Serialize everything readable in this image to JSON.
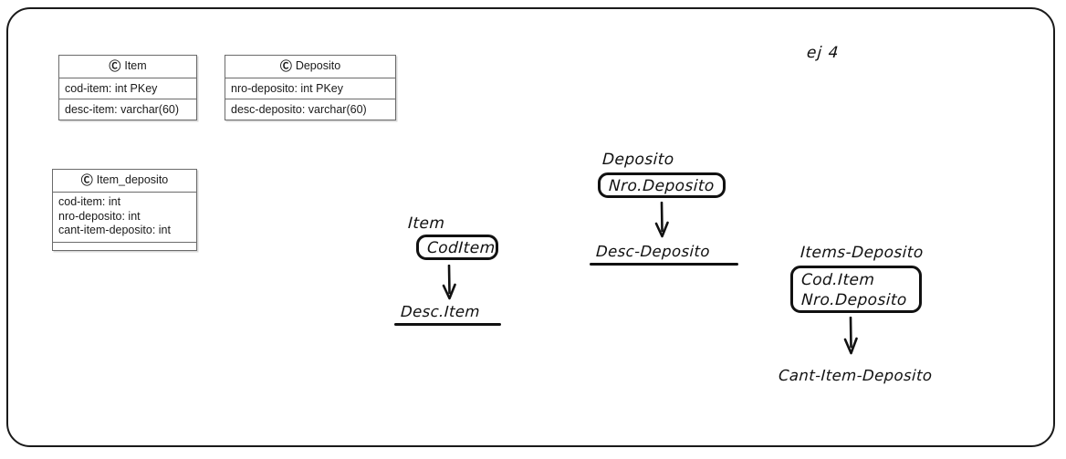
{
  "canvas": {
    "background_color": "#ffffff",
    "frame_color": "#1a1a1a"
  },
  "annotation": {
    "exercise_label": "ej 4"
  },
  "uml_classes": [
    {
      "id": "item",
      "icon": "class-icon",
      "icon_glyph": "Ⓒ",
      "name": "Item",
      "attributes": [
        "cod-item: int PKey",
        "desc-item: varchar(60)"
      ]
    },
    {
      "id": "deposito",
      "icon": "class-icon",
      "icon_glyph": "Ⓒ",
      "name": "Deposito",
      "attributes": [
        "nro-deposito: int PKey",
        "desc-deposito: varchar(60)"
      ]
    },
    {
      "id": "item_deposito",
      "icon": "class-icon",
      "icon_glyph": "Ⓒ",
      "name": "Item_deposito",
      "attributes": [
        "cod-item: int",
        "nro-deposito: int",
        "cant-item-deposito: int"
      ]
    }
  ],
  "dependency_diagrams": [
    {
      "id": "item",
      "title": "Item",
      "determinant": [
        "CodItem"
      ],
      "dependent": "Desc.Item",
      "dependent_underlined": true
    },
    {
      "id": "deposito",
      "title": "Deposito",
      "determinant": [
        "Nro.Deposito"
      ],
      "dependent": "Desc-Deposito",
      "dependent_underlined": true
    },
    {
      "id": "items_deposito",
      "title": "Items-Deposito",
      "determinant": [
        "Cod.Item",
        "Nro.Deposito"
      ],
      "dependent": "Cant-Item-Deposito",
      "dependent_underlined": false
    }
  ]
}
